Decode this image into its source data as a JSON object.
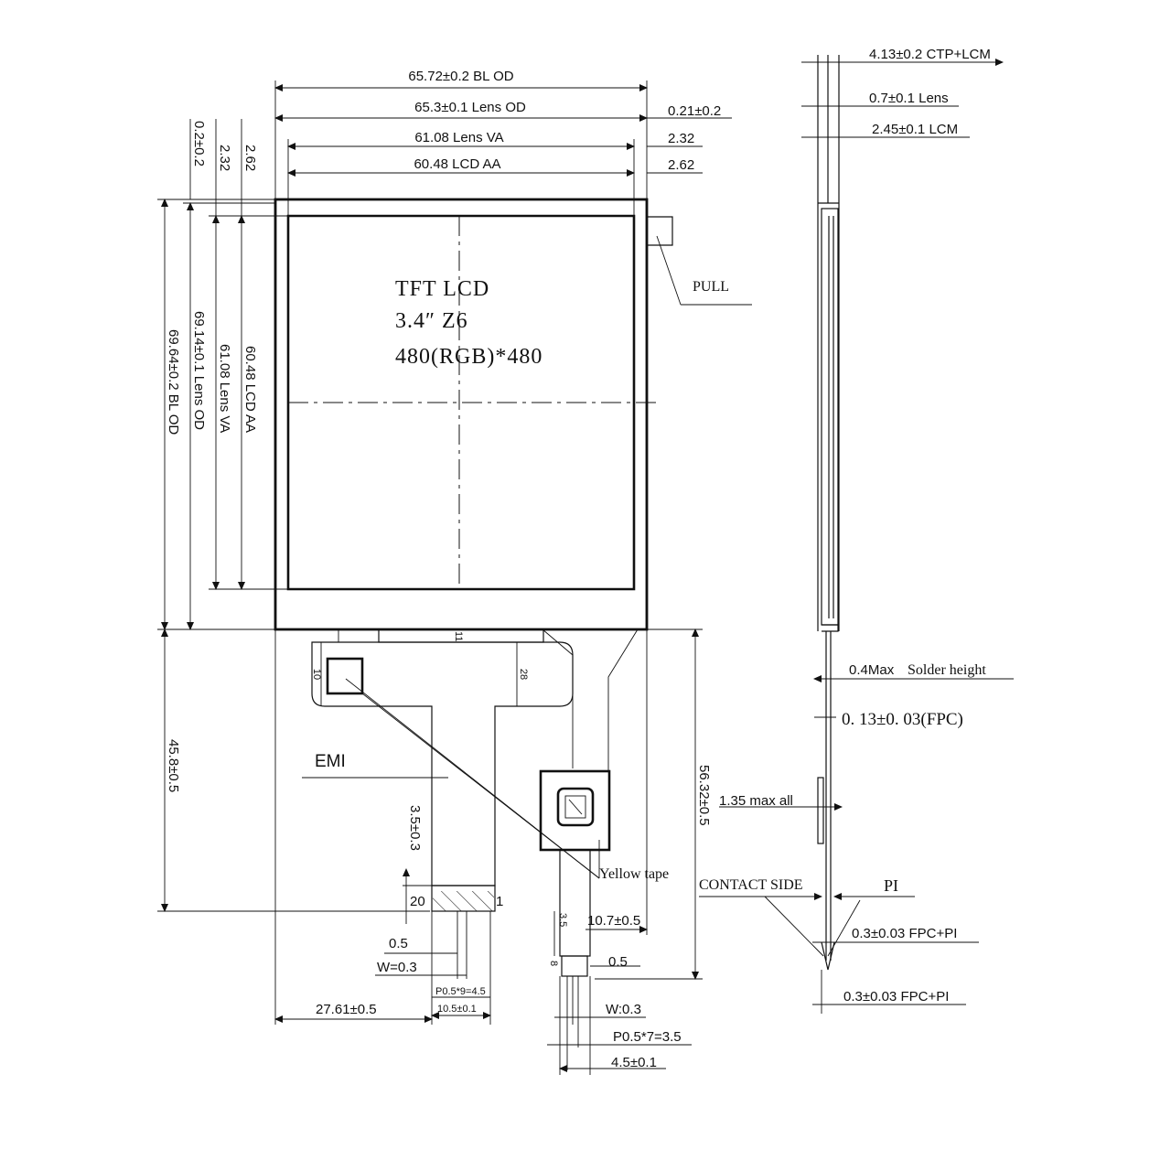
{
  "product": {
    "line1": "TFT LCD",
    "line2": "3.4″ Z6",
    "line3": "480(RGB)*480"
  },
  "top_dims": {
    "bl_od": "65.72±0.2 BL OD",
    "lens_od": "65.3±0.1 Lens OD",
    "lens_va": "61.08 Lens VA",
    "lcd_aa": "60.48 LCD AA",
    "right_1": "0.21±0.2",
    "right_2": "2.32",
    "right_3": "2.62"
  },
  "left_dims": {
    "top_a": "0.2±0.2",
    "top_b": "2.32",
    "top_c": "2.62",
    "bl_od": "69.64±0.2 BL OD",
    "lens_od": "69.14±0.1 Lens OD",
    "lens_va": "61.08 Lens VA",
    "lcd_aa": "60.48 LCD AA",
    "fpc_len": "45.8±0.5"
  },
  "fpc": {
    "pull": "PULL",
    "emi": "EMI",
    "yellow_tape": "Yellow tape",
    "pin_20": "20",
    "pin_1": "1",
    "h_10": "10",
    "h_28": "28",
    "total_len": "56.32±0.5",
    "stub_h": "3.5±0.3",
    "gap": "0.5",
    "width": "W=0.3",
    "pitch": "P0.5*9=4.5",
    "conn_w": "10.5±0.1",
    "offset": "27.61±0.5",
    "tail_off": "10.7±0.5",
    "tail_h": "3.5",
    "tail_gap": "0.5",
    "tail_w": "W:0.3",
    "tail_pitch": "P0.5*7=3.5",
    "tail_conn": "4.5±0.1",
    "tail_pin": "8"
  },
  "side_view": {
    "ctp_lcm": "4.13±0.2 CTP+LCM",
    "lens": "0.7±0.1 Lens",
    "lcm": "2.45±0.1 LCM",
    "solder": "0.4Max",
    "solder_label": "Solder height",
    "fpc_thk": "0. 13±0. 03(FPC)",
    "max_all": "1.35 max all",
    "contact": "CONTACT SIDE",
    "pi": "PI",
    "fpc_pi_1": "0.3±0.03 FPC+PI",
    "fpc_pi_2": "0.3±0.03 FPC+PI"
  }
}
